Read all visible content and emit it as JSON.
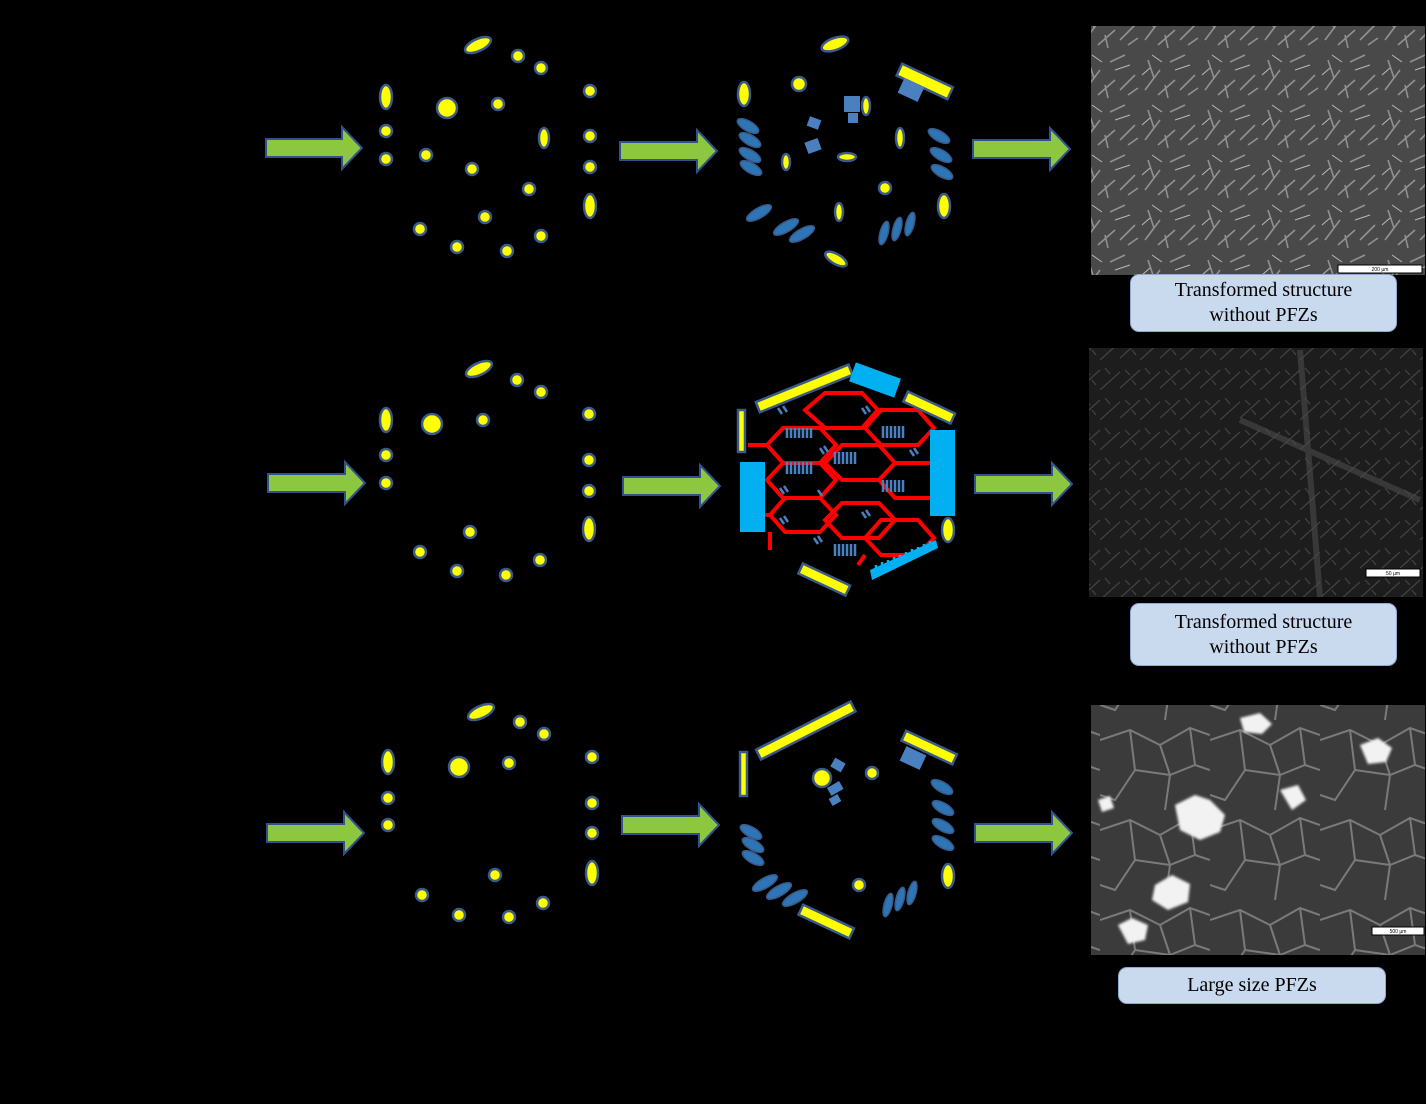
{
  "rows": [
    {
      "caption_lines": [
        "Transformed structure",
        "without PFZs"
      ],
      "micrograph_scale": "200 µm"
    },
    {
      "caption_lines": [
        "Transformed structure",
        "without PFZs"
      ],
      "micrograph_scale": "50 µm"
    },
    {
      "caption_lines": [
        "Large size PFZs"
      ],
      "micrograph_scale": "500 µm"
    }
  ],
  "colors": {
    "arrow_fill": "#8dc63f",
    "arrow_stroke": "#2f528f",
    "particle_yellow": "#ffff00",
    "particle_outline": "#3a5a8a",
    "precipitate_blue": "#2e75b6",
    "plate_cyan": "#00b0f0",
    "grain_boundary_red": "#ff0000",
    "caption_bg": "#c9d9ee"
  }
}
